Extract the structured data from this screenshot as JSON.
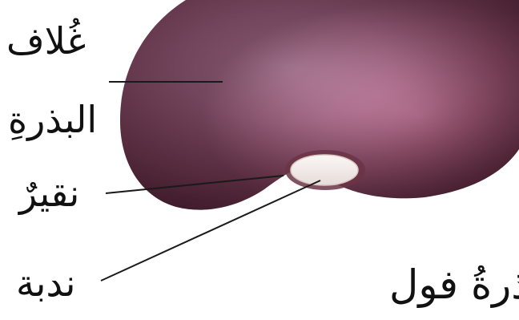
{
  "labels": {
    "seed_coat_line1": "غُلاف",
    "seed_coat_line2": "البذرةِ",
    "hilum": "نقيرٌ",
    "scar": "ندبة"
  },
  "caption": "بذرةُ فول",
  "colors": {
    "seed_dark": "#5a2c3c",
    "seed_mid": "#9c5a74",
    "seed_light": "#e6aacb",
    "hilum_fill": "#f3ecea",
    "line": "#1a1a1a"
  }
}
